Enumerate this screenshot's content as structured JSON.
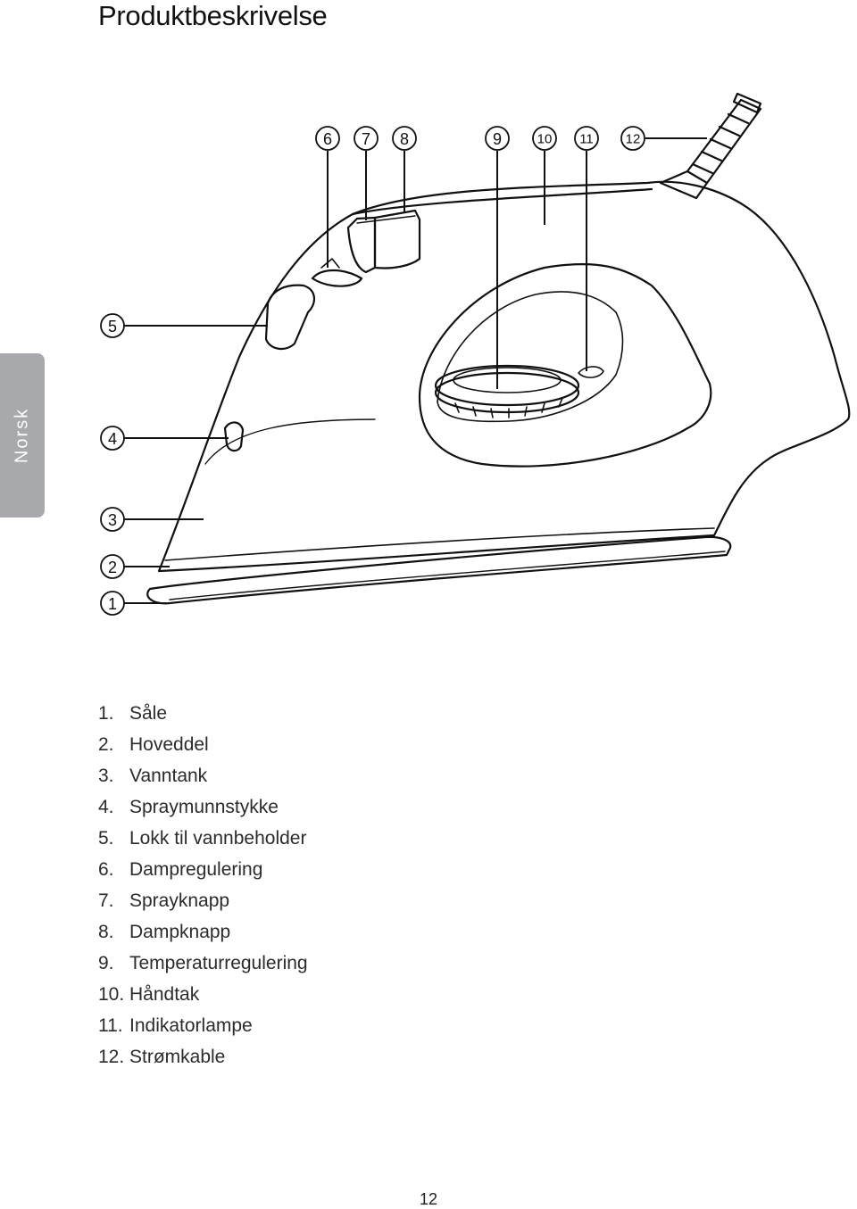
{
  "header": {
    "title": "Produktbeskrivelse"
  },
  "side_tab": {
    "label": "Norsk"
  },
  "figure": {
    "callouts": [
      "1",
      "2",
      "3",
      "4",
      "5",
      "6",
      "7",
      "8",
      "9",
      "10",
      "11",
      "12"
    ]
  },
  "parts_list": [
    {
      "num": "1.",
      "label": "Såle"
    },
    {
      "num": "2.",
      "label": "Hoveddel"
    },
    {
      "num": "3.",
      "label": "Vanntank"
    },
    {
      "num": "4.",
      "label": "Spraymunnstykke"
    },
    {
      "num": "5.",
      "label": "Lokk til vannbeholder"
    },
    {
      "num": "6.",
      "label": "Dampregulering"
    },
    {
      "num": "7.",
      "label": "Sprayknapp"
    },
    {
      "num": "8.",
      "label": "Dampknapp"
    },
    {
      "num": "9.",
      "label": "Temperaturregulering"
    },
    {
      "num": "10.",
      "label": "Håndtak"
    },
    {
      "num": "11.",
      "label": "Indikatorlampe"
    },
    {
      "num": "12.",
      "label": "Strømkable"
    }
  ],
  "footer": {
    "page_number": "12"
  }
}
